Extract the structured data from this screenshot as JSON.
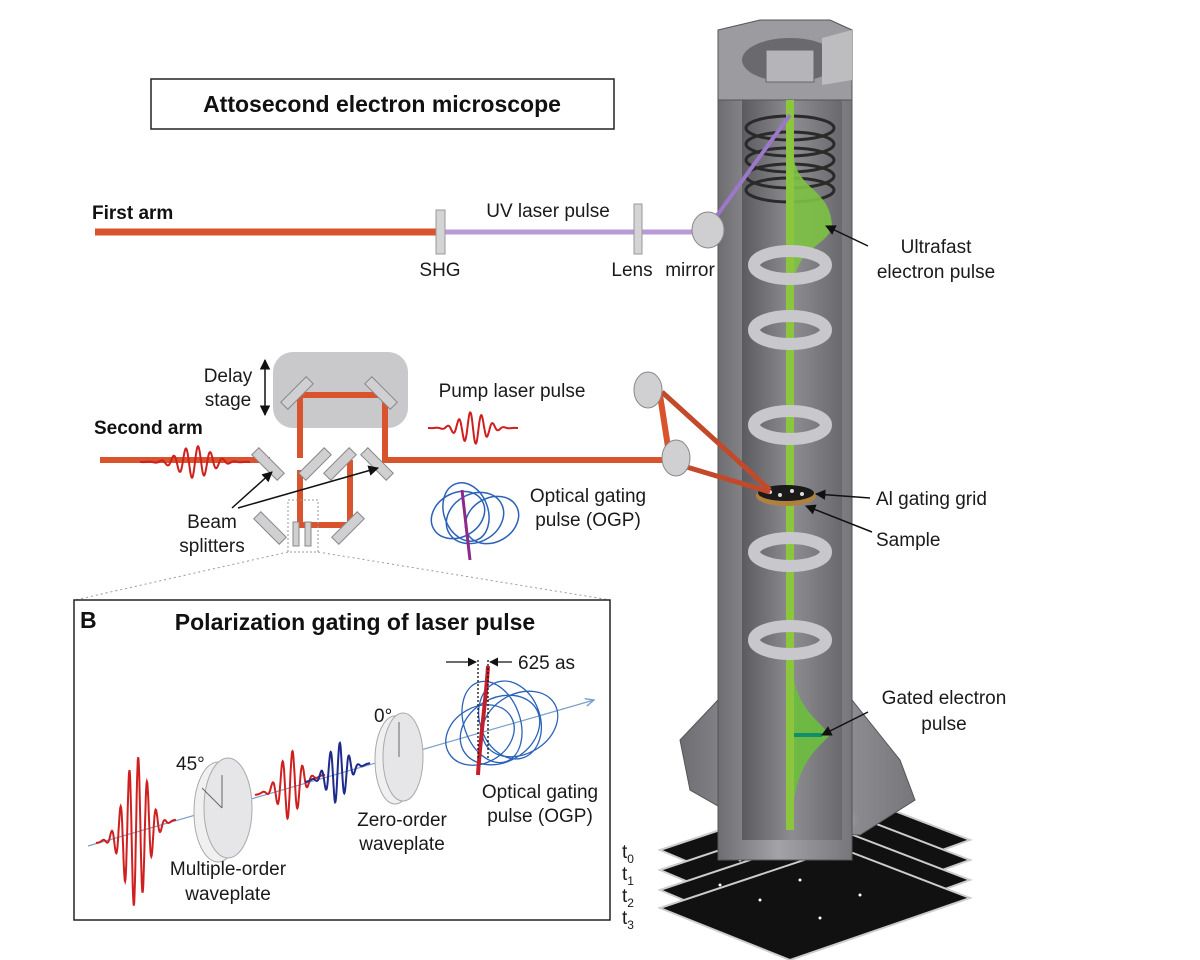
{
  "title": "Attosecond electron microscope",
  "labels": {
    "first_arm": "First arm",
    "uv_laser_pulse": "UV laser pulse",
    "shg": "SHG",
    "lens": "Lens",
    "mirror": "mirror",
    "ultrafast_1": "Ultrafast",
    "ultrafast_2": "electron pulse",
    "delay_1": "Delay",
    "delay_2": "stage",
    "pump_laser_pulse": "Pump laser pulse",
    "second_arm": "Second arm",
    "ogp_1": "Optical gating",
    "ogp_2": "pulse (OGP)",
    "al_gating_grid": "Al gating grid",
    "sample": "Sample",
    "beam_1": "Beam",
    "beam_2": "splitters",
    "gated_1": "Gated electron",
    "gated_2": "pulse"
  },
  "panel_b": {
    "letter": "B",
    "title": "Polarization gating of laser pulse",
    "duration": "625 as",
    "angle_0": "0°",
    "angle_45": "45°",
    "zero_order_1": "Zero-order",
    "zero_order_2": "waveplate",
    "multi_order_1": "Multiple-order",
    "multi_order_2": "waveplate",
    "ogp_1": "Optical gating",
    "ogp_2": "pulse (OGP)"
  },
  "detector_times": [
    {
      "main": "t",
      "sub": "0"
    },
    {
      "main": "t",
      "sub": "1"
    },
    {
      "main": "t",
      "sub": "2"
    },
    {
      "main": "t",
      "sub": "3"
    }
  ],
  "colors": {
    "laser": "#d9532c",
    "uv_beam": "#b79ad6",
    "electron_beam": "#8cc63f",
    "column": "#8a8a8e",
    "pulse_red": "#d01f1f",
    "pulse_blue": "#2b62b8",
    "pulse_navy": "#1f2a8c"
  }
}
